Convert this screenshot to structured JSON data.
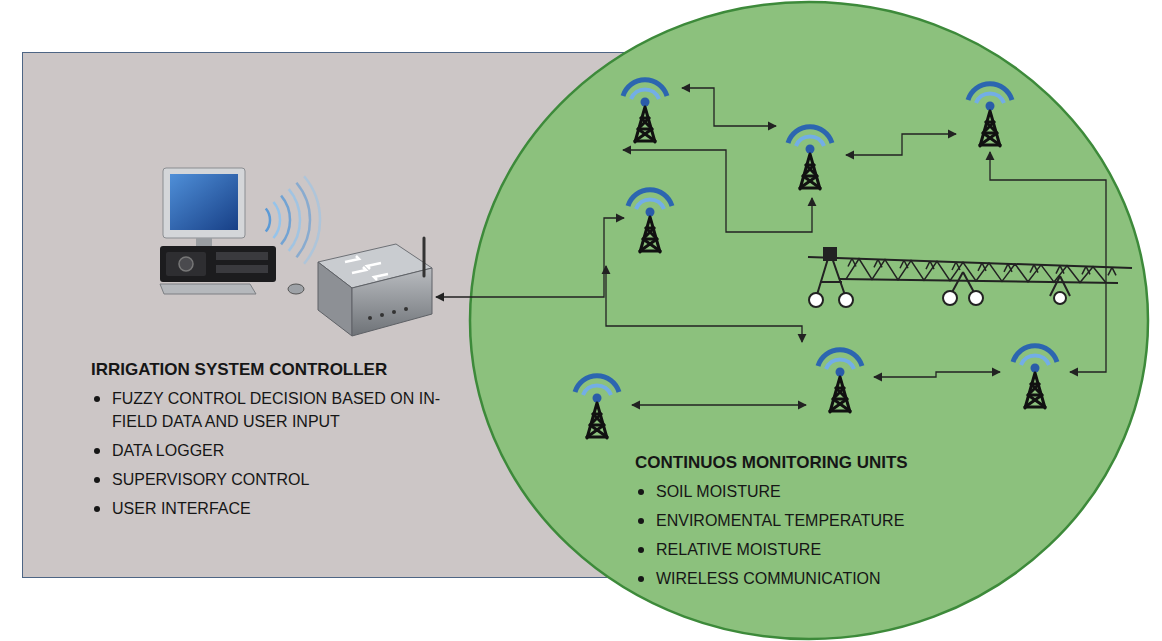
{
  "diagram": {
    "nodes": [
      {
        "text": [
          "IRRIGATION SYSTEM CONTROLLER",
          "FUZZY CONTROL DECISION BASED ON IN-FIELD DATA AND USER INPUT",
          "DATA LOGGER",
          "SUPERVISORY CONTROL",
          "USER INTERFACE"
        ]
      },
      {
        "text": [
          "CONTINUOS MONITORING UNITS",
          "SOIL MOISTURE",
          "ENVIROMENTAL TEMPERATURE",
          "RELATIVE MOISTURE",
          "WIRELESS COMMUNICATION"
        ]
      }
    ]
  }
}
